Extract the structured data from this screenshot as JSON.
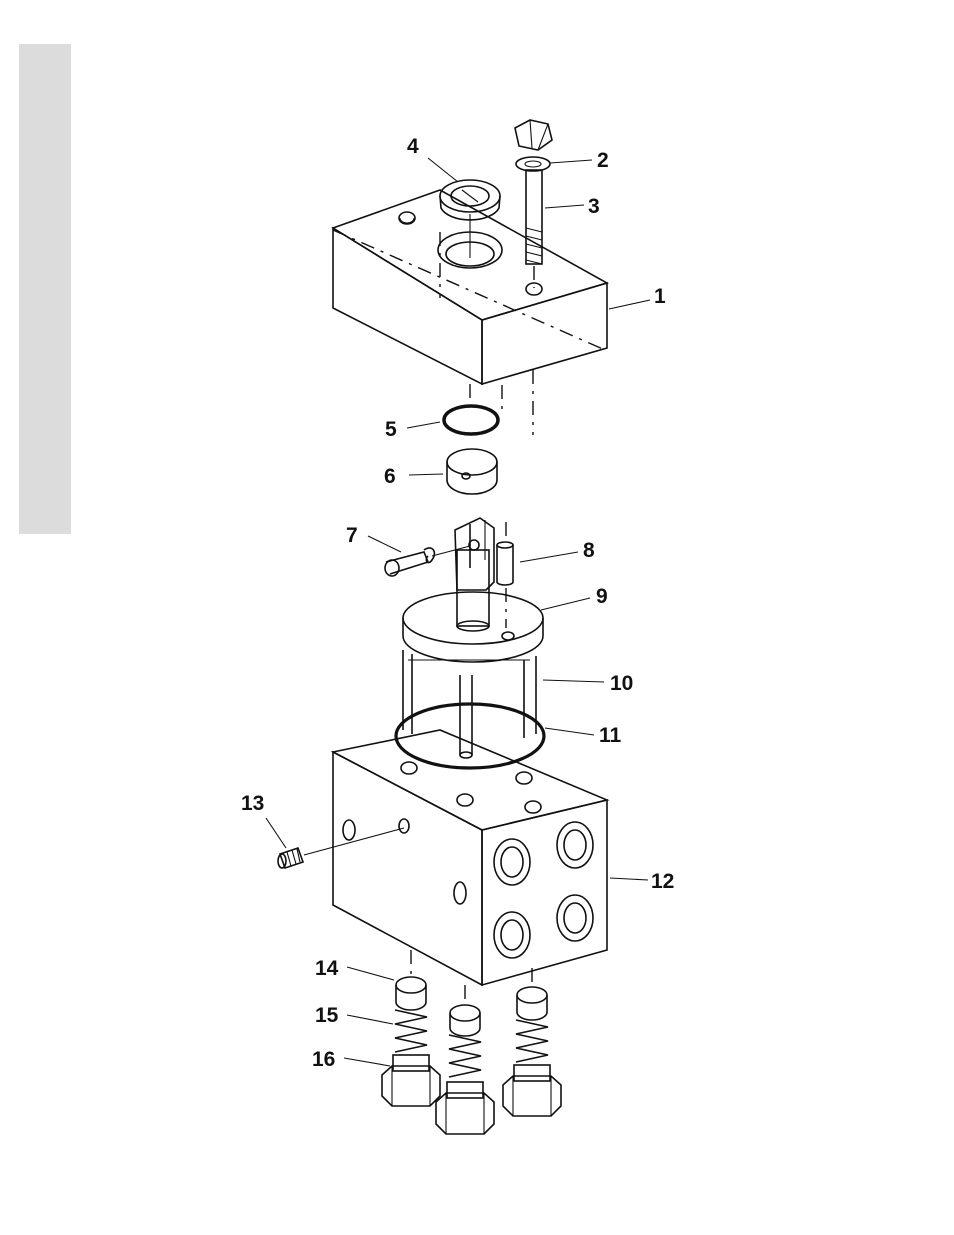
{
  "diagram": {
    "callouts": [
      {
        "id": "1",
        "label": "1"
      },
      {
        "id": "2",
        "label": "2"
      },
      {
        "id": "3",
        "label": "3"
      },
      {
        "id": "4",
        "label": "4"
      },
      {
        "id": "5",
        "label": "5"
      },
      {
        "id": "6",
        "label": "6"
      },
      {
        "id": "7",
        "label": "7"
      },
      {
        "id": "8",
        "label": "8"
      },
      {
        "id": "9",
        "label": "9"
      },
      {
        "id": "10",
        "label": "10"
      },
      {
        "id": "11",
        "label": "11"
      },
      {
        "id": "12",
        "label": "12"
      },
      {
        "id": "13",
        "label": "13"
      },
      {
        "id": "14",
        "label": "14"
      },
      {
        "id": "15",
        "label": "15"
      },
      {
        "id": "16",
        "label": "16"
      }
    ]
  },
  "colors": {
    "ink": "#111111",
    "side_tab": "#dcdcdc",
    "background": "#ffffff"
  }
}
